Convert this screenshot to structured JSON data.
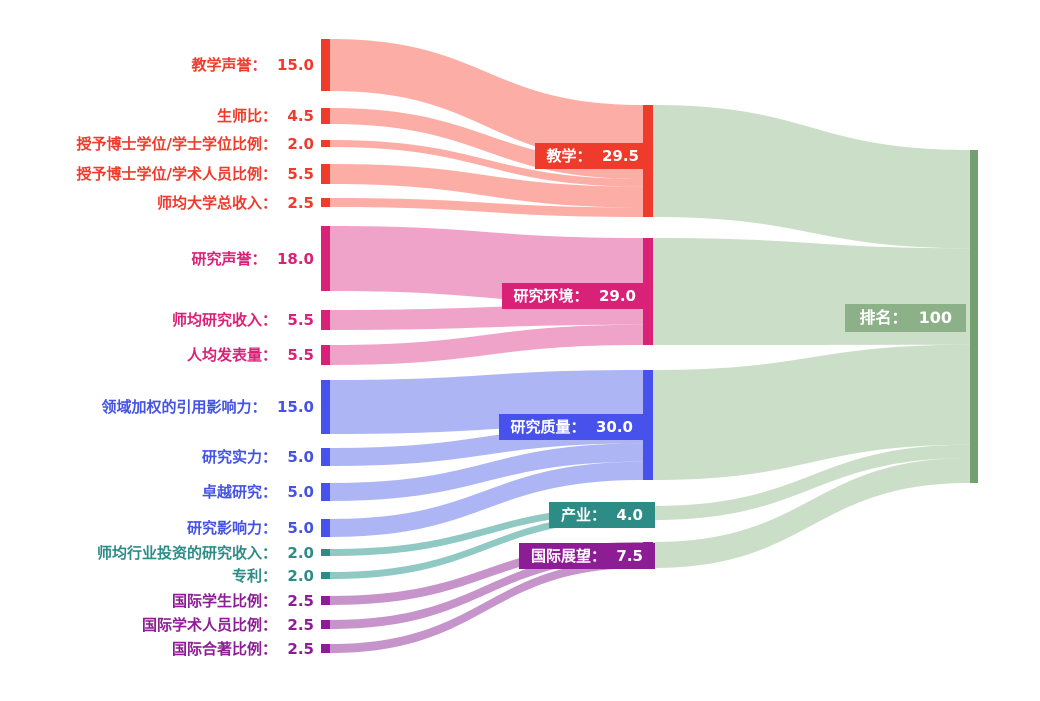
{
  "chart_data": {
    "type": "sankey",
    "title": "",
    "direction": "left-to-right",
    "columns": [
      "indicators",
      "pillars",
      "overall"
    ],
    "target": {
      "id": "ranking",
      "label": "排名",
      "value": "100",
      "node_color": "#74a06f",
      "flow_color": "#cbdec7",
      "label_bg": "#8cb188"
    },
    "groups": [
      {
        "id": "teaching",
        "label": "教学",
        "value": "29.5",
        "node_color": "#ef3b2c",
        "flow_color": "#fcaea6",
        "text_color": "#ef3b2c",
        "children": [
          {
            "label": "教学声誉",
            "value": "15.0"
          },
          {
            "label": "生师比",
            "value": "4.5"
          },
          {
            "label": "授予博士学位/学士学位比例",
            "value": "2.0"
          },
          {
            "label": "授予博士学位/学术人员比例",
            "value": "5.5"
          },
          {
            "label": "师均大学总收入",
            "value": "2.5"
          }
        ]
      },
      {
        "id": "research_env",
        "label": "研究环境",
        "value": "29.0",
        "node_color": "#d92178",
        "flow_color": "#f0a3c8",
        "text_color": "#d92178",
        "children": [
          {
            "label": "研究声誉",
            "value": "18.0"
          },
          {
            "label": "师均研究收入",
            "value": "5.5"
          },
          {
            "label": "人均发表量",
            "value": "5.5"
          }
        ]
      },
      {
        "id": "research_quality",
        "label": "研究质量",
        "value": "30.0",
        "node_color": "#4752ec",
        "flow_color": "#aeb5f4",
        "text_color": "#4453e4",
        "children": [
          {
            "label": "领域加权的引用影响力",
            "value": "15.0"
          },
          {
            "label": "研究实力",
            "value": "5.0"
          },
          {
            "label": "卓越研究",
            "value": "5.0"
          },
          {
            "label": "研究影响力",
            "value": "5.0"
          }
        ]
      },
      {
        "id": "industry",
        "label": "产业",
        "value": "4.0",
        "node_color": "#2e8c87",
        "flow_color": "#90c9c3",
        "text_color": "#2e8c87",
        "children": [
          {
            "label": "师均行业投资的研究收入",
            "value": "2.0"
          },
          {
            "label": "专利",
            "value": "2.0"
          }
        ]
      },
      {
        "id": "international",
        "label": "国际展望",
        "value": "7.5",
        "node_color": "#8d1d95",
        "flow_color": "#c693cb",
        "text_color": "#8d1d95",
        "children": [
          {
            "label": "国际学生比例",
            "value": "2.5"
          },
          {
            "label": "国际学术人员比例",
            "value": "2.5"
          },
          {
            "label": "国际合著比例",
            "value": "2.5"
          }
        ]
      }
    ]
  }
}
